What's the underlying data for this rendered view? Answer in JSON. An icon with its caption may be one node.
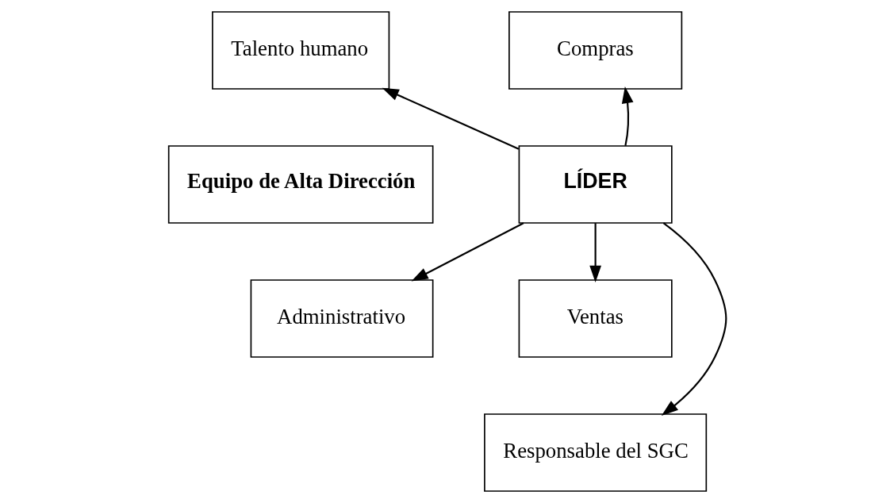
{
  "diagram": {
    "nodes": [
      {
        "text": [
          "Talento humano"
        ]
      },
      {
        "text": [
          "Compras"
        ]
      },
      {
        "text": [
          "Equipo de Alta Dirección"
        ]
      },
      {
        "text": [
          "LÍDER"
        ]
      },
      {
        "text": [
          "Administrativo"
        ]
      },
      {
        "text": [
          "Ventas"
        ]
      },
      {
        "text": [
          "Responsable del SGC"
        ]
      }
    ],
    "edges": [
      {
        "from": 3,
        "to": 0,
        "arrow": "to"
      },
      {
        "from": 3,
        "to": 1,
        "arrow": "to"
      },
      {
        "from": 3,
        "to": 4,
        "arrow": "to"
      },
      {
        "from": 3,
        "to": 5,
        "arrow": "to"
      },
      {
        "from": 3,
        "to": 6,
        "arrow": "to"
      }
    ]
  }
}
